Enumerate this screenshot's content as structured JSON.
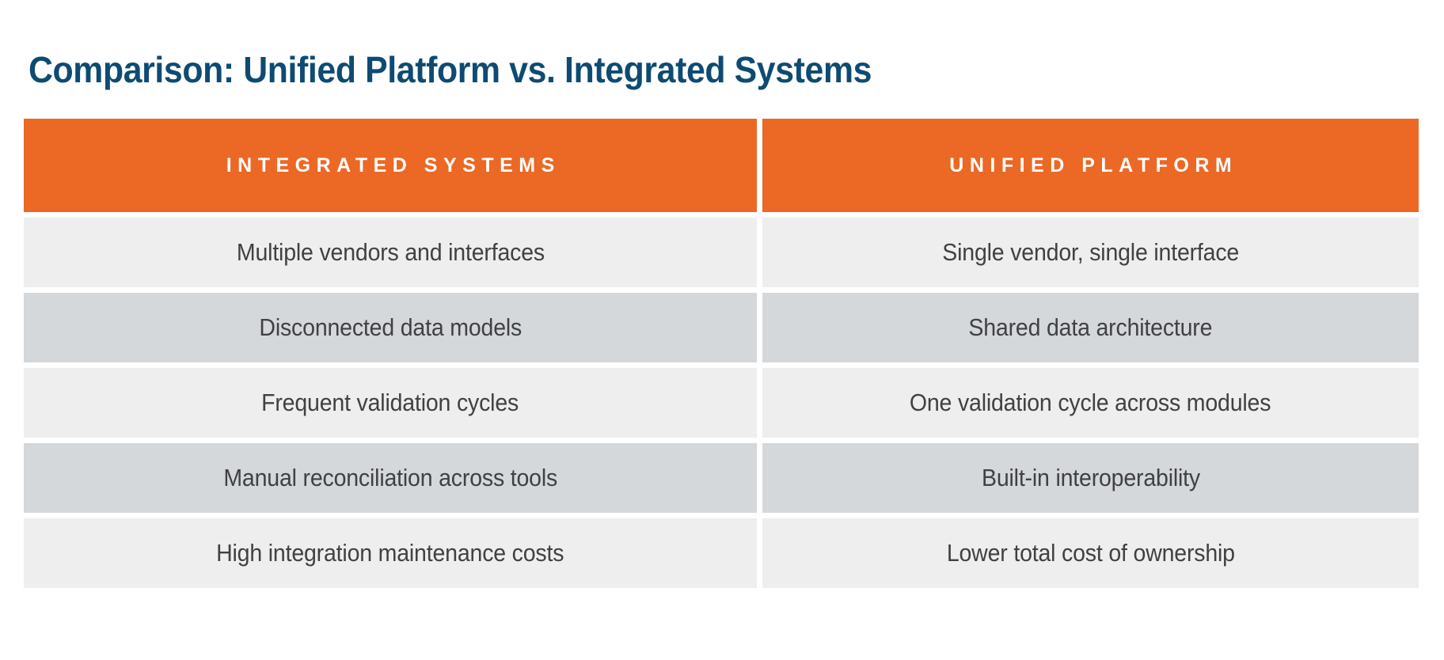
{
  "title": "Comparison: Unified Platform vs. Integrated Systems",
  "colors": {
    "title": "#0E4B72",
    "header_bg": "#EC6825",
    "header_text": "#FFFFFF",
    "row_light": "#EEEEEE",
    "row_dark": "#D5D8DB",
    "body_text": "#414042",
    "page_bg": "#FFFFFF"
  },
  "table": {
    "columns": [
      {
        "header": "INTEGRATED SYSTEMS"
      },
      {
        "header": "UNIFIED PLATFORM"
      }
    ],
    "rows": [
      {
        "left": "Multiple vendors and interfaces",
        "right": "Single vendor, single interface"
      },
      {
        "left": "Disconnected data models",
        "right": "Shared data architecture"
      },
      {
        "left": "Frequent validation cycles",
        "right": "One validation cycle across modules"
      },
      {
        "left": "Manual reconciliation across tools",
        "right": "Built-in interoperability"
      },
      {
        "left": "High integration maintenance costs",
        "right": "Lower total cost of ownership"
      }
    ]
  }
}
